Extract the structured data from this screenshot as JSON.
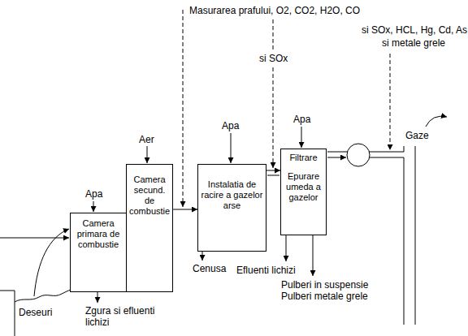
{
  "diagram": {
    "nodes": [
      {
        "text": [
          "Camera primara de combustie"
        ]
      },
      {
        "text": [
          "Camera secund. de combustie"
        ]
      },
      {
        "text": [
          "Instalatia de racire a gazelor arse"
        ]
      },
      {
        "text": [
          "Filtrare",
          "Epurare umeda a gazelor"
        ]
      }
    ],
    "edges": [
      {
        "from": 1,
        "to": 2,
        "arrow": "to"
      },
      {
        "from": 2,
        "to": 3,
        "arrow": "to"
      }
    ],
    "labels": [
      "Masurarea prafului, O2, CO2, H2O, CO",
      "si SOx",
      "si SOx, HCL, Hg, Cd, As",
      "si metale grele",
      "Gaze",
      "Aer",
      "Apa",
      "Apa",
      "Apa",
      "Cenusa",
      "Efluenti lichizi",
      "Pulberi in suspensie",
      "Pulberi metale grele",
      "Deseuri",
      "Zgura si efluenti lichizi"
    ]
  }
}
